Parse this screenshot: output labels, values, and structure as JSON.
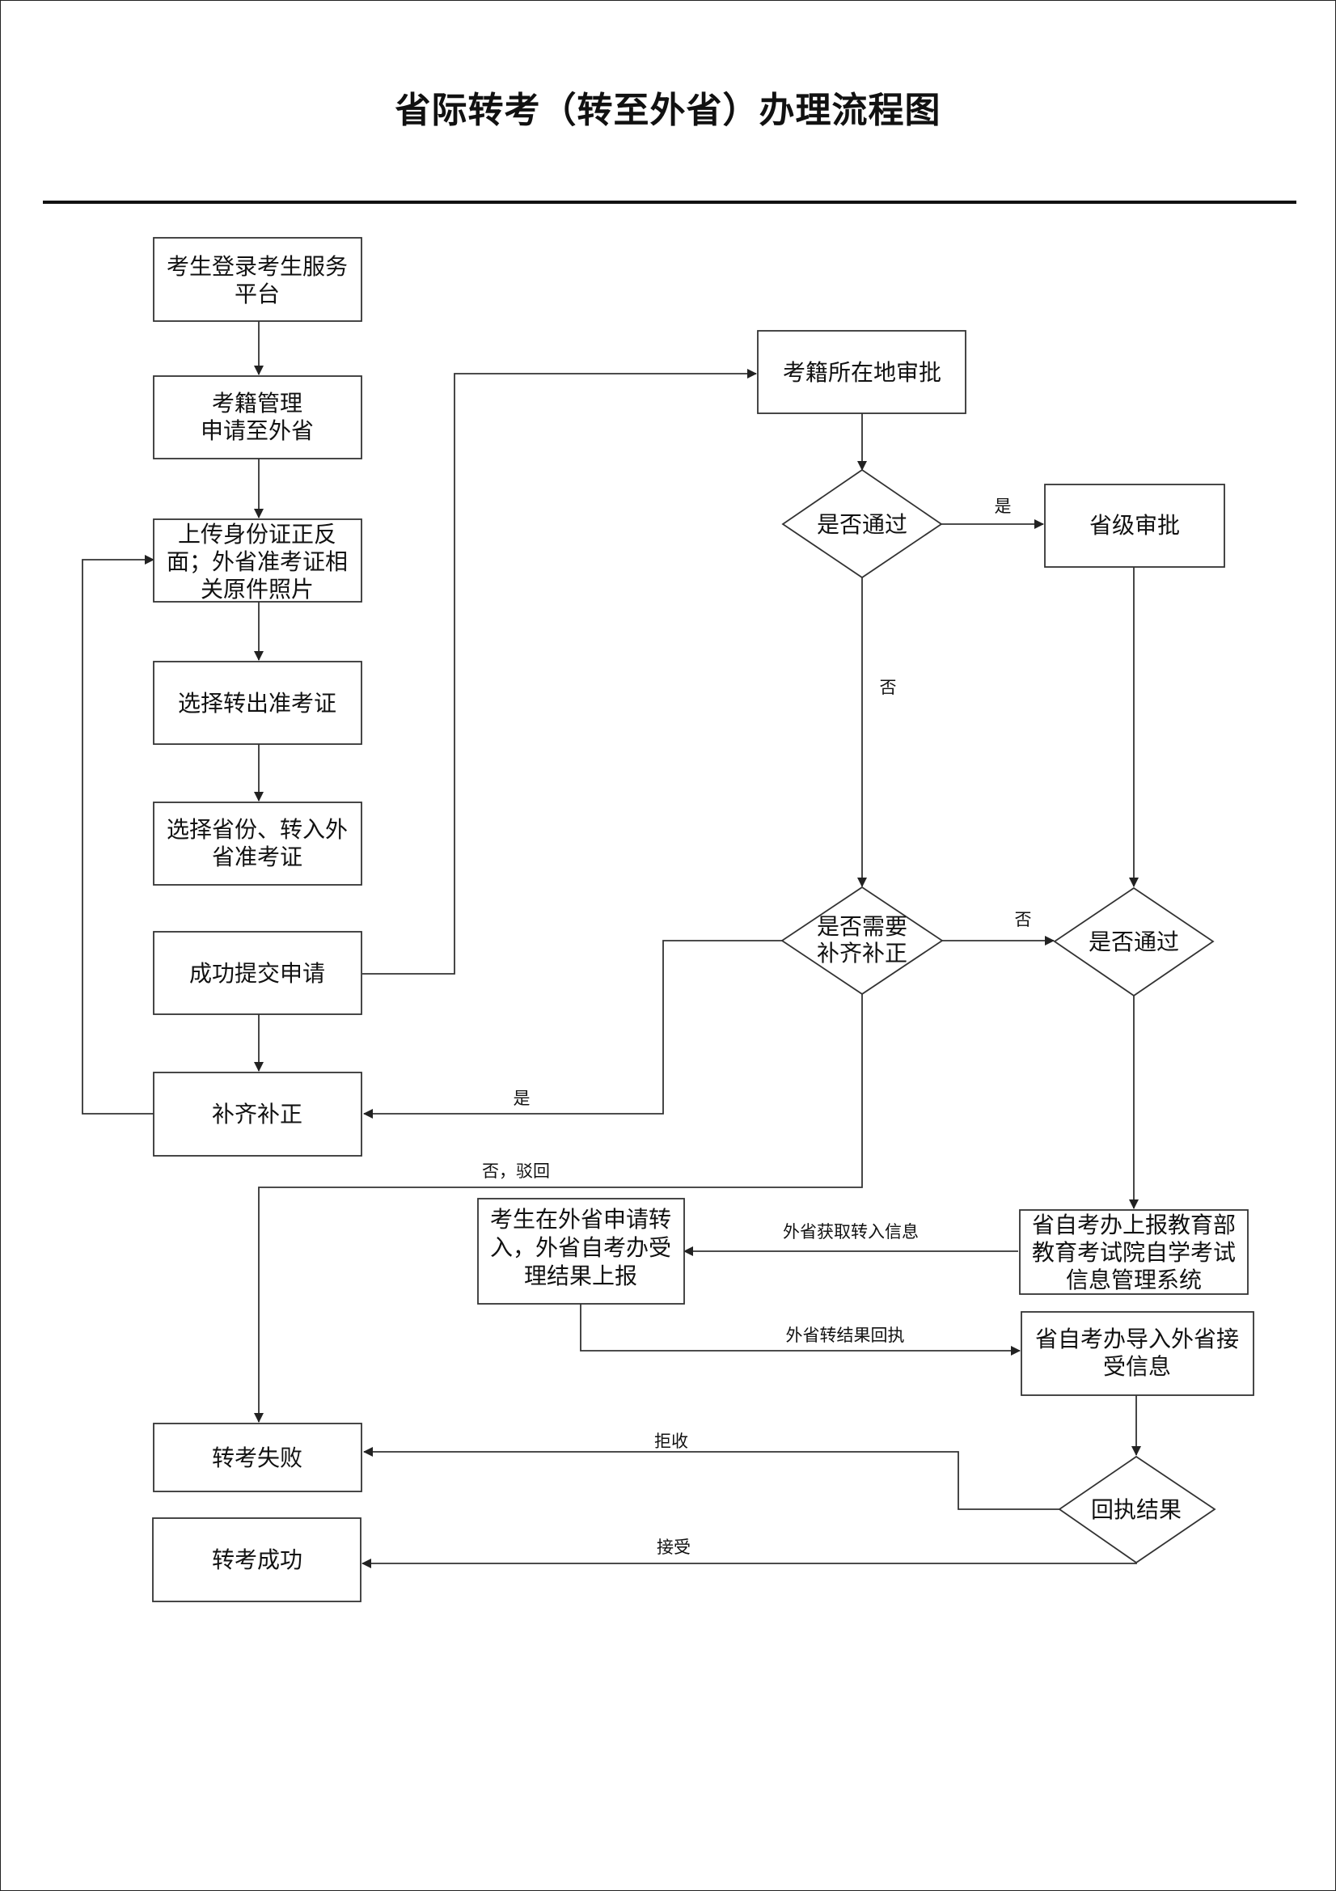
{
  "title": "省际转考（转至外省）办理流程图",
  "nodes": {
    "login": [
      "考生登录考生服务",
      "平台"
    ],
    "apply": [
      "考籍管理",
      "申请至外省"
    ],
    "upload": [
      "上传身份证正反",
      "面；外省准考证相",
      "关原件照片"
    ],
    "select_out": [
      "选择转出准考证"
    ],
    "select_province": [
      "选择省份、转入外",
      "省准考证"
    ],
    "submit": [
      "成功提交申请"
    ],
    "supplement": [
      "补齐补正"
    ],
    "local_approval": [
      "考籍所在地审批"
    ],
    "pass1": [
      "是否通过"
    ],
    "provincial_approval": [
      "省级审批"
    ],
    "need_supplement": [
      "是否需要",
      "补齐补正"
    ],
    "pass2": [
      "是否通过"
    ],
    "report_system": [
      "省自考办上报教育部",
      "教育考试院自学考试",
      "信息管理系统"
    ],
    "other_province": [
      "考生在外省申请转",
      "入，外省自考办受",
      "理结果上报"
    ],
    "import_info": [
      "省自考办导入外省接",
      "受信息"
    ],
    "fail": [
      "转考失败"
    ],
    "success": [
      "转考成功"
    ],
    "receipt": [
      "回执结果"
    ]
  },
  "edge_labels": {
    "yes1": "是",
    "no1": "否",
    "no2": "否",
    "yes2": "是",
    "reject_back": "否，驳回",
    "get_info": "外省获取转入信息",
    "receipt_back": "外省转结果回执",
    "refuse": "拒收",
    "accept": "接受"
  }
}
